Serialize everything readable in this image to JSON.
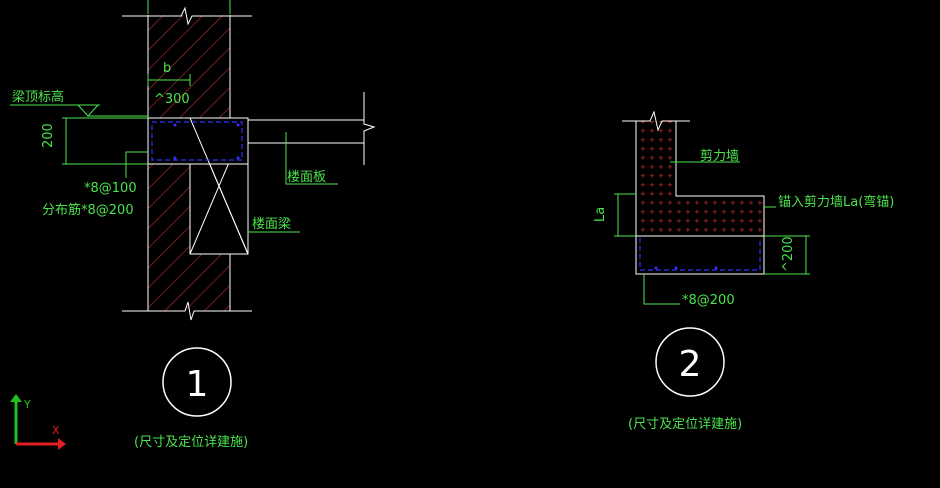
{
  "colors": {
    "background": "#000000",
    "annotation": "#4be34b",
    "outline": "#ffffff",
    "hatch": "#c03030",
    "rebar": "#3030ff",
    "axis_x": "#e02020",
    "axis_y": "#20c020"
  },
  "detail1": {
    "label_b": "b",
    "label_300": "^300",
    "label_beam_top": "梁顶标高",
    "label_200": "200",
    "label_rebar": "*8@100",
    "label_dist": "分布筋*8@200",
    "label_slab": "楼面板",
    "label_beam": "楼面梁",
    "number": "1",
    "note": "(尺寸及定位详建施)"
  },
  "detail2": {
    "label_wall": "剪力墙",
    "label_anchor": "锚入剪力墙La(弯锚)",
    "label_la": "La",
    "label_200": "^200",
    "label_rebar": "*8@200",
    "number": "2",
    "note": "(尺寸及定位详建施)"
  },
  "ucs": {
    "x_label": "X",
    "y_label": "Y"
  }
}
